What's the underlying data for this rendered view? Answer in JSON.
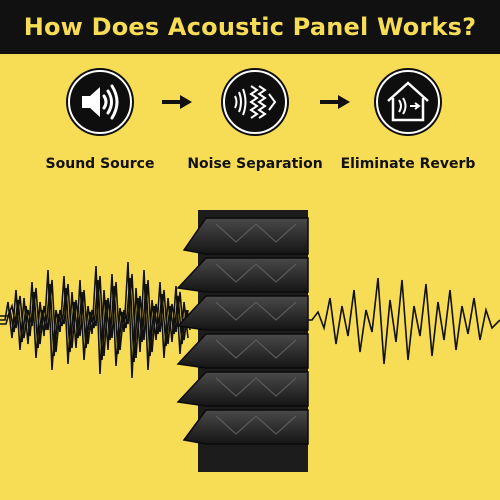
{
  "header": {
    "title": "How Does Acoustic Panel Works?"
  },
  "steps": [
    {
      "label": "Sound Source",
      "icon": "speaker-icon"
    },
    {
      "label": "Noise Separation",
      "icon": "sound-blocked-by-panel-icon"
    },
    {
      "label": "Eliminate Reverb",
      "icon": "house-sound-icon"
    }
  ],
  "colors": {
    "background": "#f7dc55",
    "banner": "#111111",
    "title_text": "#f7dc55",
    "foam": "#2a2a2a"
  }
}
